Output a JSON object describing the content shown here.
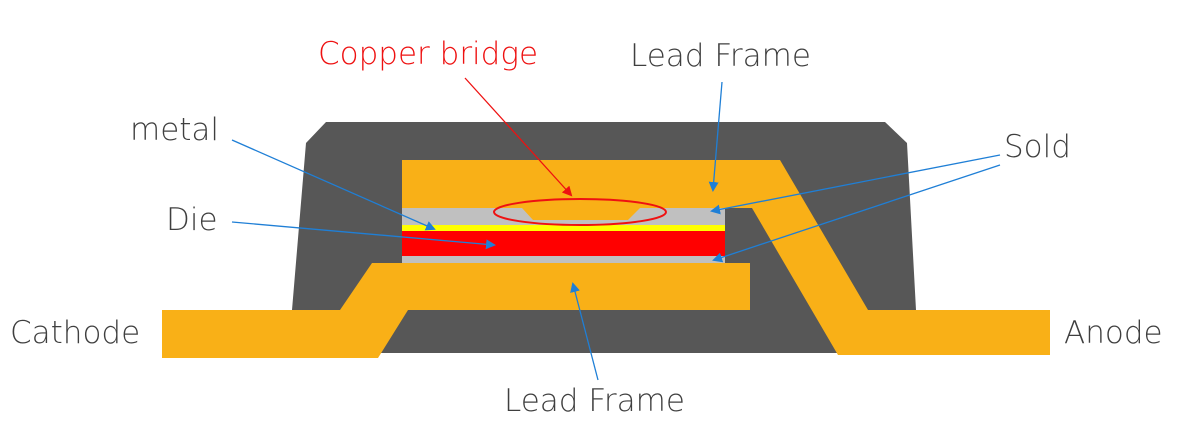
{
  "labels": {
    "copper_bridge": "Copper bridge",
    "lead_frame_top": "Lead Frame",
    "metal": "metal",
    "die": "Die",
    "sold": "Sold",
    "cathode": "Cathode",
    "anode": "Anode",
    "lead_frame_bottom": "Lead Frame"
  },
  "colors": {
    "body": "#575757",
    "lead_frame": "#f9b017",
    "solder": "#c0c0c0",
    "metal": "#ffff00",
    "die": "#ff0000",
    "arrow": "#1f7fd6",
    "highlight": "#ee1111"
  }
}
